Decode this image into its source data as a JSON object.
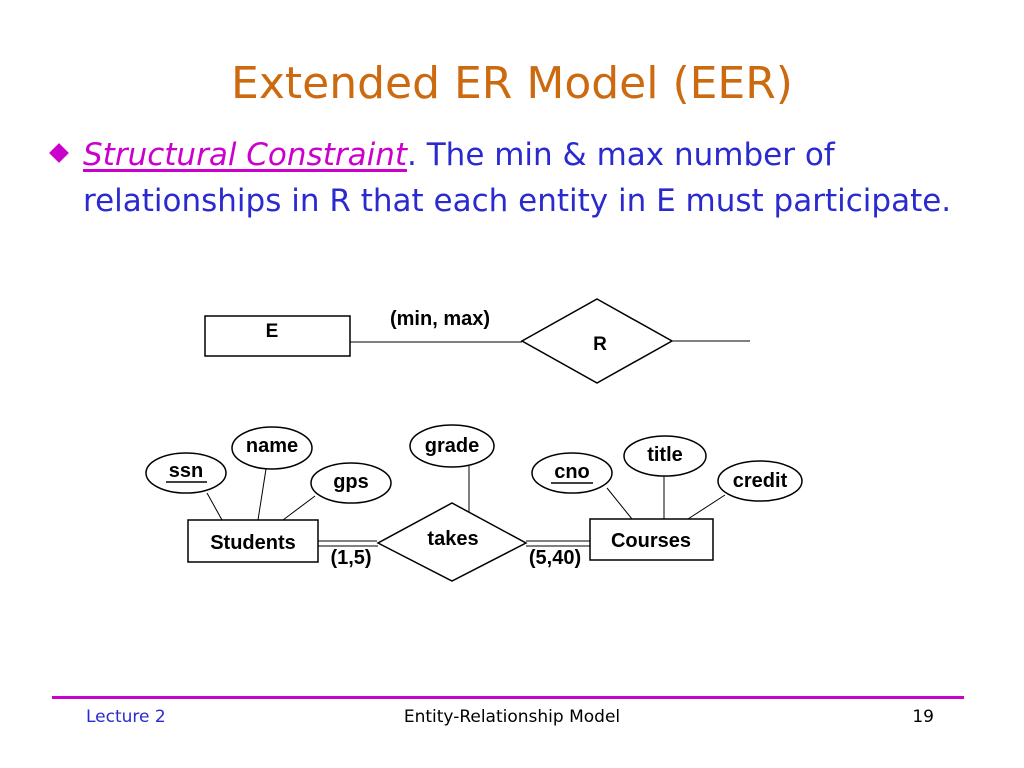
{
  "slide": {
    "title": "Extended ER Model (EER)",
    "bullet": {
      "emphasis": "Structural Constraint",
      "period": ".",
      "text": " The min & max number of relationships in R that each entity in E must participate."
    }
  },
  "diagram_top": {
    "entity": "E",
    "relationship": "R",
    "constraint_label": "(min, max)"
  },
  "diagram_bottom": {
    "left_entity": "Students",
    "relationship": "takes",
    "right_entity": "Courses",
    "left_cardinality": "(1,5)",
    "right_cardinality": "(5,40)",
    "attributes": {
      "ssn": "ssn",
      "name": "name",
      "gps": "gps",
      "grade": "grade",
      "cno": "cno",
      "title": "title",
      "credit": "credit"
    }
  },
  "footer": {
    "left": "Lecture 2",
    "center": "Entity-Relationship Model",
    "right": "19"
  },
  "colors": {
    "title": "#cc6a10",
    "body_text": "#2a2ad0",
    "accent": "#cc00cc"
  }
}
